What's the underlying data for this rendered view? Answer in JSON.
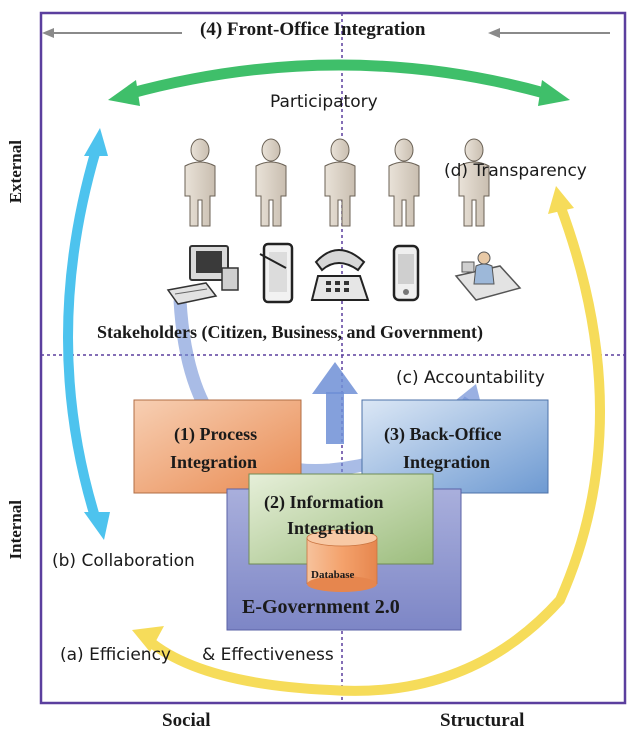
{
  "axes": {
    "top": "(4) Front-Office Integration",
    "left_top": "External",
    "left_bottom": "Internal",
    "bottom_left": "Social",
    "bottom_right": "Structural"
  },
  "outcomes": {
    "participatory": "Participatory",
    "transparency": "(d) Transparency",
    "accountability": "(c) Accountability",
    "collaboration": "(b) Collaboration",
    "efficiency": "(a) Efficiency",
    "effectiveness": "& Effectiveness"
  },
  "stakeholders": "Stakeholders (Citizen, Business, and Government)",
  "boxes": {
    "process": [
      "(1) Process",
      "Integration"
    ],
    "information": [
      "(2) Information",
      "Integration"
    ],
    "backoffice": [
      "(3) Back-Office",
      "Integration"
    ],
    "database": "Database",
    "egov": "E-Government 2.0"
  },
  "colors": {
    "frame": "#5b3f9e",
    "green_arrow": "#3fbf6a",
    "blue_arrow": "#4dc3ee",
    "yellow_arrow": "#f6dc5a",
    "process_box": "#f0a878",
    "info_box": "#bfd6a6",
    "backoffice_box": "#8fb4de",
    "egov_box": "#8c94cf",
    "database": "#f3a36e"
  },
  "icons": [
    "person-icon",
    "person-icon",
    "person-icon",
    "person-icon",
    "person-icon",
    "computer-icon",
    "tablet-icon",
    "telephone-icon",
    "mobile-phone-icon",
    "user-at-desk-icon"
  ]
}
